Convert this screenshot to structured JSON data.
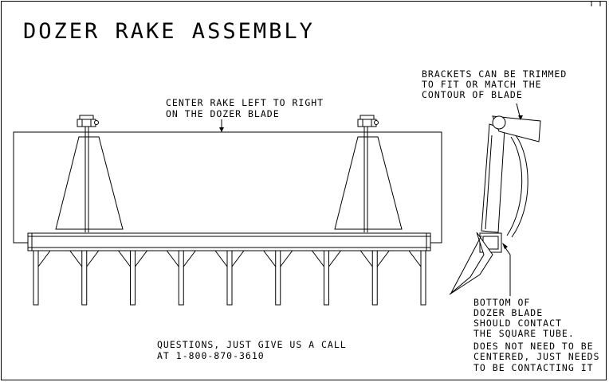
{
  "title": "DOZER RAKE ASSEMBLY",
  "notes": {
    "center": [
      "CENTER RAKE LEFT TO RIGHT",
      "ON THE DOZER BLADE"
    ],
    "brackets": [
      "BRACKETS CAN BE TRIMMED",
      "TO FIT OR MATCH THE",
      "CONTOUR OF BLADE"
    ],
    "bottom": [
      "BOTTOM OF",
      "DOZER BLADE",
      "SHOULD CONTACT",
      "THE SQUARE TUBE.",
      "DOES NOT NEED TO BE",
      "CENTERED, JUST NEEDS",
      "TO BE CONTACTING IT"
    ],
    "questions": [
      "QUESTIONS, JUST GIVE US A CALL",
      "AT 1-800-870-3610"
    ]
  },
  "drawing": {
    "tine_count": 9,
    "bracket_count": 2,
    "views": [
      "front-view",
      "side-view"
    ]
  }
}
